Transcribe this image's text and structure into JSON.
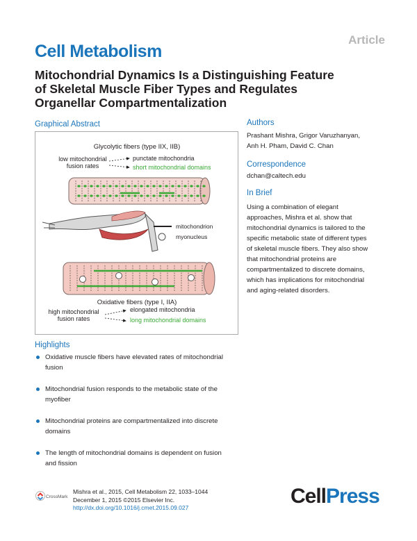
{
  "header": {
    "article_tag": "Article",
    "journal": "Cell Metabolism"
  },
  "title_lines": [
    "Mitochondrial Dynamics Is a Distinguishing Feature",
    "of Skeletal Muscle Fiber Types and Regulates",
    "Organellar Compartmentalization"
  ],
  "graphical_abstract": {
    "heading": "Graphical Abstract",
    "top_title": "Glycolytic fibers (type IIX, IIB)",
    "top_left": [
      "low mitochondrial",
      "fusion rates"
    ],
    "top_right_1": "punctate mitochondria",
    "top_right_2": "short mitochondrial domains",
    "legend_mito": "mitochondrion",
    "legend_nucleus": "myonucleus",
    "bottom_title": "Oxidative fibers (type I, IIA)",
    "bottom_left": [
      "high mitochondrial",
      "fusion rates"
    ],
    "bottom_right_1": "elongated mitochondria",
    "bottom_right_2": "long mitochondrial domains",
    "colors": {
      "green": "#3aa935",
      "fiber_top": "#f2d6cf",
      "fiber_bottom": "#f4c9c2",
      "muscle": "#c94a4a"
    }
  },
  "authors": {
    "heading": "Authors",
    "lines": [
      "Prashant Mishra, Grigor Varuzhanyan,",
      "Anh H. Pham, David C. Chan"
    ]
  },
  "correspondence": {
    "heading": "Correspondence",
    "email": "dchan@caltech.edu"
  },
  "in_brief": {
    "heading": "In Brief",
    "lines": [
      "Using a combination of elegant",
      "approaches, Mishra et al. show that",
      "mitochondrial dynamics is tailored to the",
      "specific metabolic state of different types",
      "of skeletal muscle fibers. They also show",
      "that mitochondrial proteins are",
      "compartmentalized to discrete domains,",
      "which has implications for mitochondrial",
      "and aging-related disorders."
    ]
  },
  "highlights": {
    "heading": "Highlights",
    "items": [
      [
        "Oxidative muscle fibers have elevated rates of mitochondrial",
        "fusion"
      ],
      [
        "Mitochondrial fusion responds to the metabolic state of the",
        "myofiber"
      ],
      [
        "Mitochondrial proteins are compartmentalized into discrete",
        "domains"
      ],
      [
        "The length of mitochondrial domains is dependent on fusion",
        "and fission"
      ]
    ]
  },
  "citation": {
    "line1": "Mishra et al., 2015, Cell Metabolism 22, 1033–1044",
    "line2": "December 1, 2015 ©2015 Elsevier Inc.",
    "doi": "http://dx.doi.org/10.1016/j.cmet.2015.09.027"
  },
  "logos": {
    "crossmark": "CrossMark",
    "cellpress_a": "Cell",
    "cellpress_b": "Press"
  }
}
